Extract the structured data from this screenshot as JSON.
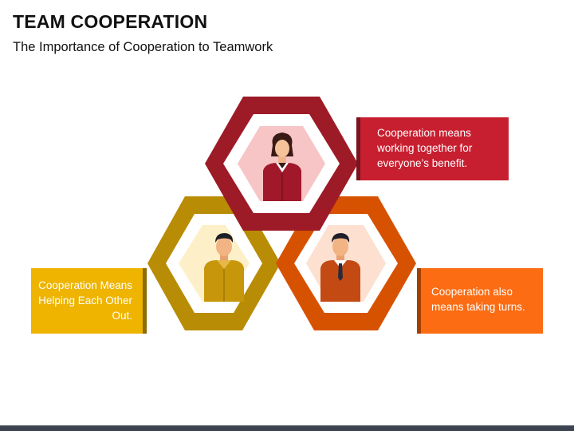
{
  "header": {
    "title": "TEAM COOPERATION",
    "subtitle": "The Importance of Cooperation to Teamwork"
  },
  "callouts": {
    "top": "Cooperation means working together for everyone’s benefit.",
    "left": "Cooperation Means Helping Each Other Out.",
    "right": "Cooperation also means taking turns."
  },
  "nodes": [
    {
      "id": "top",
      "person": "woman-icon"
    },
    {
      "id": "left",
      "person": "man-icon"
    },
    {
      "id": "right",
      "person": "man-with-tie-icon"
    }
  ],
  "colors": {
    "top_hex": "#9c1b26",
    "top_inner": "#f7c5c5",
    "top_callout": "#c81f30",
    "left_hex": "#b88c05",
    "left_inner": "#fdf0c8",
    "left_callout": "#eeb400",
    "right_hex": "#d75200",
    "right_inner": "#fde0d0",
    "right_callout": "#fb6c13",
    "bottom_bar": "#3b4450"
  }
}
